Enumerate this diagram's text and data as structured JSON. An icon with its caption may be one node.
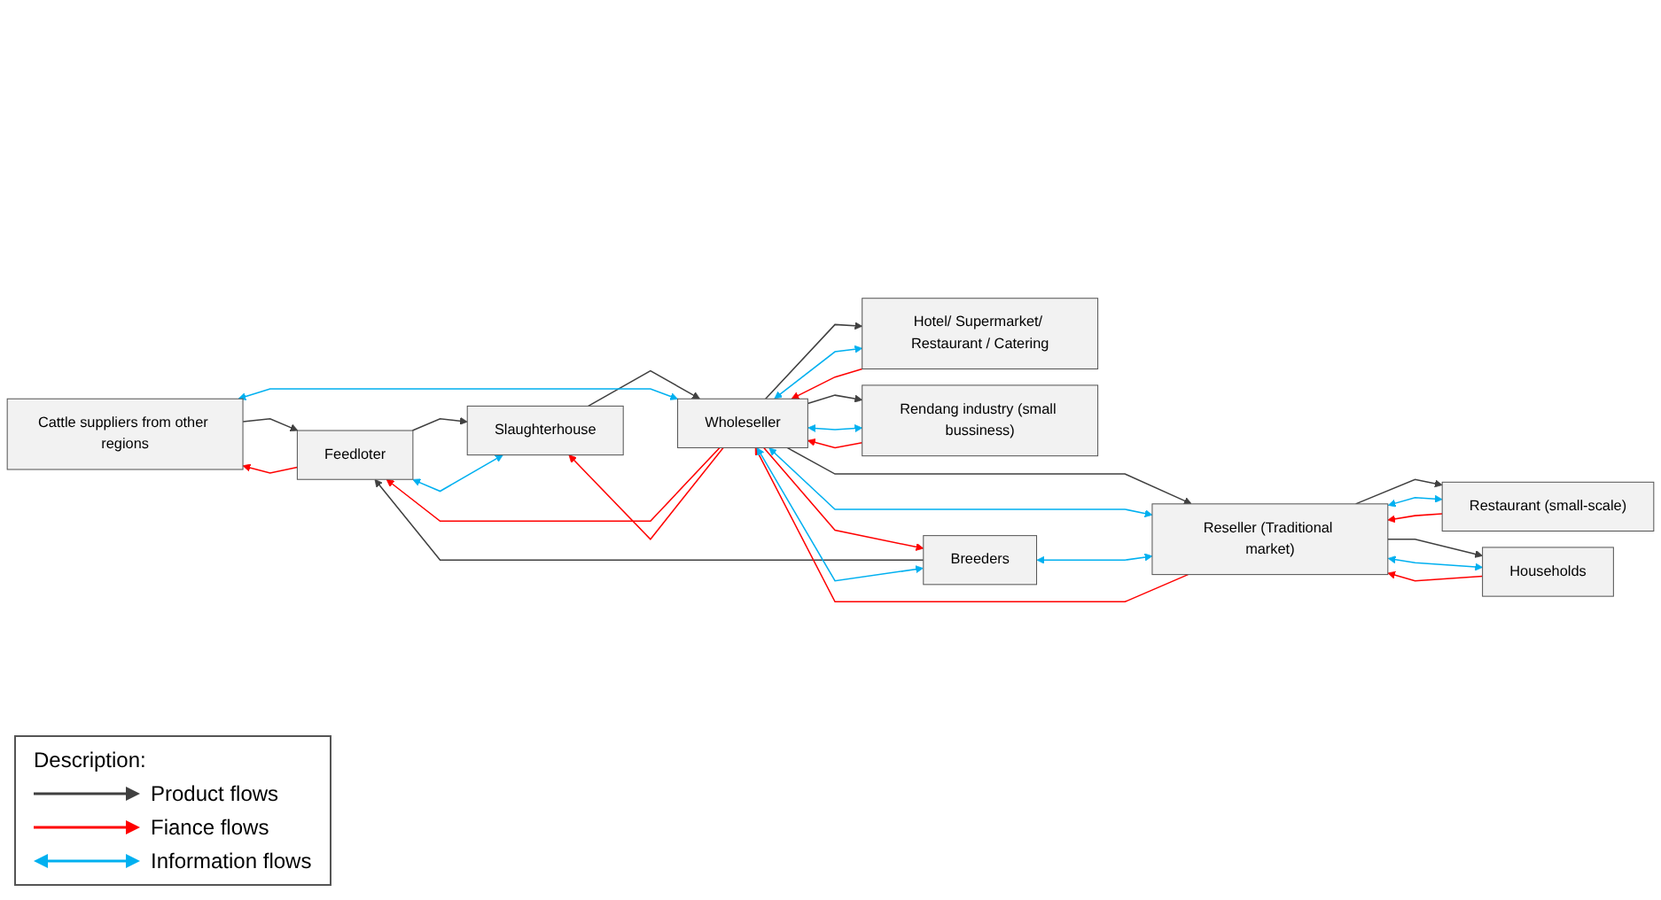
{
  "diagram": {
    "nodes": [
      {
        "text": [
          "Cattle suppliers from other regions"
        ]
      },
      {
        "text": [
          "Feedloter"
        ]
      },
      {
        "text": [
          "Wholeseller"
        ]
      },
      {
        "text": [
          "Hotel/ Supermarket/ Restaurant / Catering"
        ]
      },
      {
        "text": [
          "Slaughterhouse"
        ]
      },
      {
        "text": [
          "Rendang industry (small bussiness)"
        ]
      },
      {
        "text": [
          "Restaurant (small-scale)"
        ]
      },
      {
        "text": [
          "Breeders"
        ]
      },
      {
        "text": [
          "Reseller (Traditional market)"
        ]
      },
      {
        "text": [
          "Households"
        ]
      }
    ],
    "edges": [
      {
        "from": 0,
        "to": 1,
        "arrow": "to",
        "color": "#404040"
      },
      {
        "from": 7,
        "to": 1,
        "arrow": "to",
        "color": "#404040"
      },
      {
        "from": 1,
        "to": 4,
        "arrow": "to",
        "color": "#404040"
      },
      {
        "from": 4,
        "to": 2,
        "arrow": "to",
        "color": "#404040"
      },
      {
        "from": 2,
        "to": 3,
        "arrow": "to",
        "color": "#404040"
      },
      {
        "from": 2,
        "to": 5,
        "arrow": "to",
        "color": "#404040"
      },
      {
        "from": 2,
        "to": 8,
        "arrow": "to",
        "color": "#404040"
      },
      {
        "from": 8,
        "to": 6,
        "arrow": "to",
        "color": "#404040"
      },
      {
        "from": 8,
        "to": 9,
        "arrow": "to",
        "color": "#404040"
      },
      {
        "from": 1,
        "to": 0,
        "arrow": "to",
        "color": "#ff0000"
      },
      {
        "from": 2,
        "to": 1,
        "arrow": "to",
        "color": "#ff0000"
      },
      {
        "from": 8,
        "to": 2,
        "arrow": "to",
        "color": "#ff0000"
      },
      {
        "from": 3,
        "to": 2,
        "arrow": "to",
        "color": "#ff0000"
      },
      {
        "from": 5,
        "to": 2,
        "arrow": "to",
        "color": "#ff0000"
      },
      {
        "from": 2,
        "to": 4,
        "arrow": "to",
        "color": "#ff0000"
      },
      {
        "from": 2,
        "to": 7,
        "arrow": "to",
        "color": "#ff0000"
      },
      {
        "from": 6,
        "to": 8,
        "arrow": "to",
        "color": "#ff0000"
      },
      {
        "from": 9,
        "to": 8,
        "arrow": "to",
        "color": "#ff0000"
      },
      {
        "from": 0,
        "to": 2,
        "arrow": "both",
        "color": "#00b0f0"
      },
      {
        "from": 7,
        "to": 2,
        "arrow": "both",
        "color": "#00b0f0"
      },
      {
        "from": 1,
        "to": 4,
        "arrow": "both",
        "color": "#00b0f0"
      },
      {
        "from": 2,
        "to": 3,
        "arrow": "both",
        "color": "#00b0f0"
      },
      {
        "from": 2,
        "to": 8,
        "arrow": "both",
        "color": "#00b0f0"
      },
      {
        "from": 2,
        "to": 5,
        "arrow": "both",
        "color": "#00b0f0"
      },
      {
        "from": 7,
        "to": 8,
        "arrow": "both",
        "color": "#00b0f0"
      },
      {
        "from": 8,
        "to": 6,
        "arrow": "both",
        "color": "#00b0f0"
      },
      {
        "from": 8,
        "to": 9,
        "arrow": "both",
        "color": "#00b0f0"
      }
    ],
    "labels": [
      "Description:"
    ],
    "legend": [
      {
        "text": "Product flows"
      },
      {
        "text": "Fiance flows"
      },
      {
        "text": "Information flows"
      }
    ]
  }
}
